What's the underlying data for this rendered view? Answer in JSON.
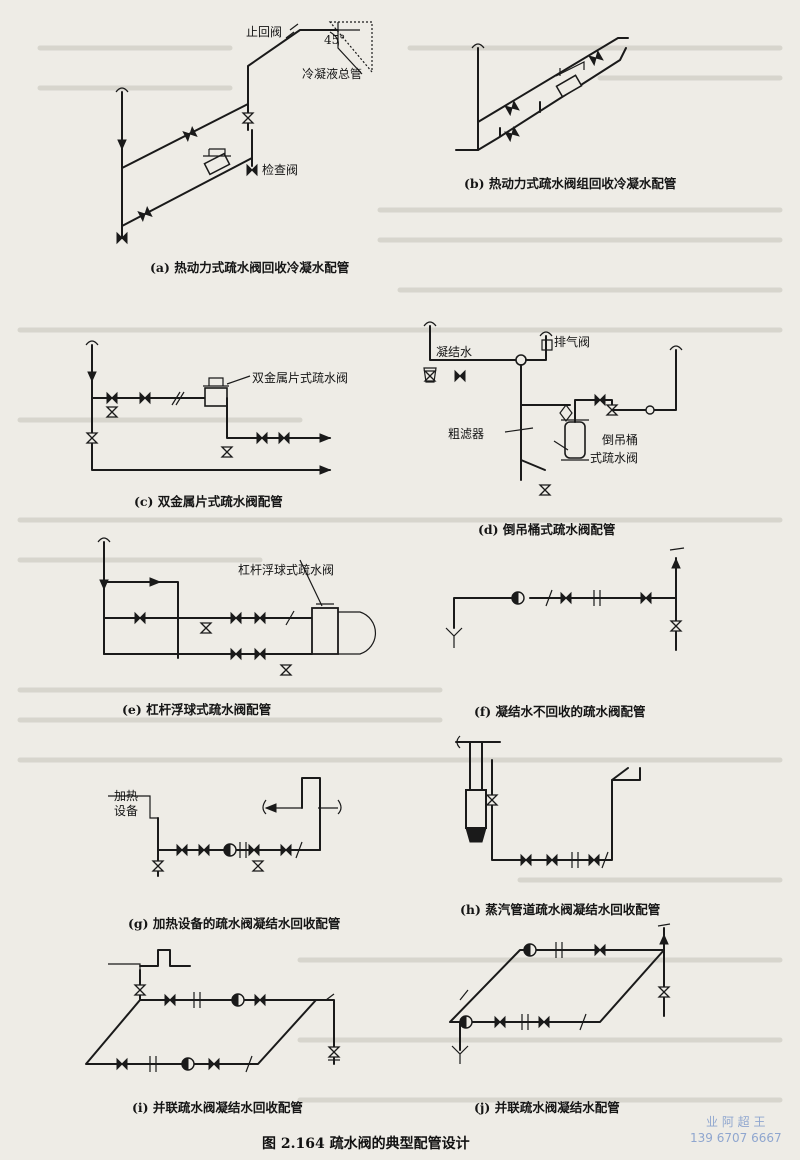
{
  "figure_caption": "图 2.164   疏水阀的典型配管设计",
  "watermark": {
    "line1": "业 阿 超 王",
    "line2": "139 6707 6667"
  },
  "panels": {
    "a": {
      "caption": "(a) 热动力式疏水阀回收冷凝水配管",
      "labels": {
        "check_valve": "止回阀",
        "angle": "45°",
        "header": "冷凝液总管",
        "inspection": "检查阀"
      }
    },
    "b": {
      "caption": "(b) 热动力式疏水阀组回收冷凝水配管"
    },
    "c": {
      "caption": "(c) 双金属片式疏水阀配管",
      "labels": {
        "trap": "双金属片式疏水阀"
      }
    },
    "d": {
      "caption": "(d) 倒吊桶式疏水阀配管",
      "labels": {
        "vent": "排气阀",
        "condensate": "凝结水",
        "strainer": "粗滤器",
        "trap_l1": "倒吊桶",
        "trap_l2": "式疏水阀"
      }
    },
    "e": {
      "caption": "(e) 杠杆浮球式疏水阀配管",
      "labels": {
        "trap": "杠杆浮球式疏水阀"
      }
    },
    "f": {
      "caption": "(f) 凝结水不回收的疏水阀配管"
    },
    "g": {
      "caption": "(g) 加热设备的疏水阀凝结水回收配管",
      "labels": {
        "equip_l1": "加热",
        "equip_l2": "设备"
      }
    },
    "h": {
      "caption": "(h) 蒸汽管道疏水阀凝结水回收配管"
    },
    "i": {
      "caption": "(i) 并联疏水阀凝结水回收配管"
    },
    "j": {
      "caption": "(j) 并联疏水阀凝结水配管"
    }
  }
}
